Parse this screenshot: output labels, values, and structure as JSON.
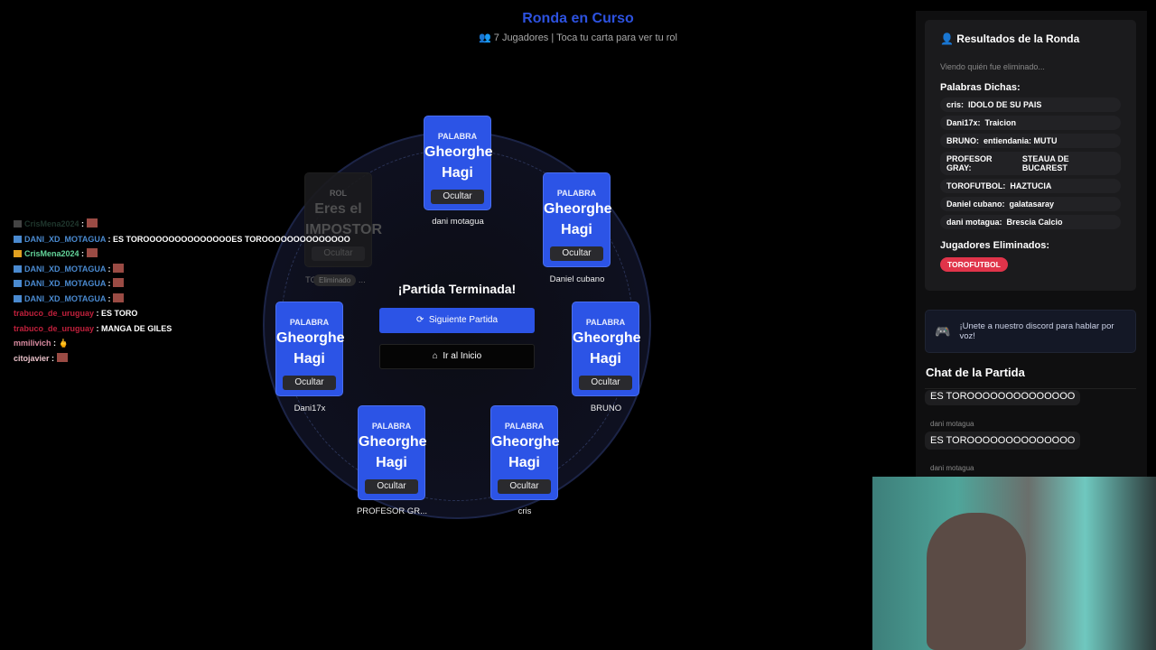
{
  "header": {
    "title": "Ronda en Curso",
    "subtitle": "7 Jugadores | Toca tu carta para ver tu rol"
  },
  "cards": [
    {
      "label": "PALABRA",
      "word1": "Gheorghe",
      "word2": "Hagi",
      "button": "Ocultar",
      "player": "dani motagua"
    },
    {
      "label": "PALABRA",
      "word1": "Gheorghe",
      "word2": "Hagi",
      "button": "Ocultar",
      "player": "Daniel cubano"
    },
    {
      "label": "PALABRA",
      "word1": "Gheorghe",
      "word2": "Hagi",
      "button": "Ocultar",
      "player": "BRUNO"
    },
    {
      "label": "PALABRA",
      "word1": "Gheorghe",
      "word2": "Hagi",
      "button": "Ocultar",
      "player": "cris"
    },
    {
      "label": "PALABRA",
      "word1": "Gheorghe",
      "word2": "Hagi",
      "button": "Ocultar",
      "player": "PROFESOR GR..."
    },
    {
      "label": "PALABRA",
      "word1": "Gheorghe",
      "word2": "Hagi",
      "button": "Ocultar",
      "player": "Dani17x"
    }
  ],
  "impostor_card": {
    "label": "ROL",
    "word1": "Eres el",
    "word2": "IMPOSTOR",
    "button": "Ocultar",
    "player": "TO",
    "player_trail": "...",
    "status": "Eliminado"
  },
  "center": {
    "title": "¡Partida Terminada!",
    "next": "Siguiente Partida",
    "home": "Ir al Inicio"
  },
  "stream_chat": [
    {
      "user": "CrisMena2024",
      "text": "",
      "color": "#3d6b58",
      "emote": true,
      "badge": "#444"
    },
    {
      "user": "DANI_XD_MOTAGUA",
      "text": "ES TOROOOOOOOOOOOOOOES TOROOOOOOOOOOOOOO",
      "color": "#4a8ad0",
      "emote": false,
      "badge": "#4a8ad0"
    },
    {
      "user": "CrisMena2024",
      "text": "",
      "color": "#63d49a",
      "emote": true,
      "badge": "#e0a020"
    },
    {
      "user": "DANI_XD_MOTAGUA",
      "text": "",
      "color": "#4a8ad0",
      "emote": true,
      "badge": "#4a8ad0"
    },
    {
      "user": "DANI_XD_MOTAGUA",
      "text": "",
      "color": "#4a8ad0",
      "emote": true,
      "badge": "#4a8ad0"
    },
    {
      "user": "DANI_XD_MOTAGUA",
      "text": "",
      "color": "#4a8ad0",
      "emote": true,
      "badge": "#4a8ad0"
    },
    {
      "user": "trabuco_de_uruguay",
      "text": "ES TORO",
      "color": "#c0203c",
      "emote": false
    },
    {
      "user": "trabuco_de_uruguay",
      "text": "MANGA DE GILES",
      "color": "#c0203c",
      "emote": false
    },
    {
      "user": "mmilivich",
      "text": "🖕",
      "color": "#d88aa0",
      "emote": false
    },
    {
      "user": "citojavier",
      "text": "",
      "color": "#e8c0c8",
      "emote": true
    }
  ],
  "results": {
    "title": "Resultados de la Ronda",
    "viewing": "Viendo quién fue eliminado...",
    "words_title": "Palabras Dichas:",
    "words": [
      {
        "player": "cris:",
        "word": "IDOLO DE SU PAIS"
      },
      {
        "player": "Dani17x:",
        "word": "Traicion"
      },
      {
        "player": "BRUNO:",
        "word": "entiendania: MUTU"
      },
      {
        "player": "PROFESOR GRAY:",
        "word": "STEAUA DE BUCAREST"
      },
      {
        "player": "TOROFUTBOL:",
        "word": "HAZTUCIA"
      },
      {
        "player": "Daniel cubano:",
        "word": "galatasaray"
      },
      {
        "player": "dani motagua:",
        "word": "Brescia Calcio"
      }
    ],
    "eliminated_title": "Jugadores Eliminados:",
    "eliminated": [
      "TOROFUTBOL"
    ]
  },
  "discord": {
    "text": "¡Unete a nuestro discord para hablar por voz!"
  },
  "game_chat": {
    "title": "Chat de la Partida",
    "messages": [
      {
        "user": "",
        "text": "ES TOROOOOOOOOOOOOOO"
      },
      {
        "user": "dani motagua",
        "text": "ES TOROOOOOOOOOOOOOO"
      },
      {
        "user": "dani motagua",
        "text": ""
      }
    ]
  },
  "colors": {
    "accent": "#2c54e6",
    "danger": "#e0344a"
  }
}
